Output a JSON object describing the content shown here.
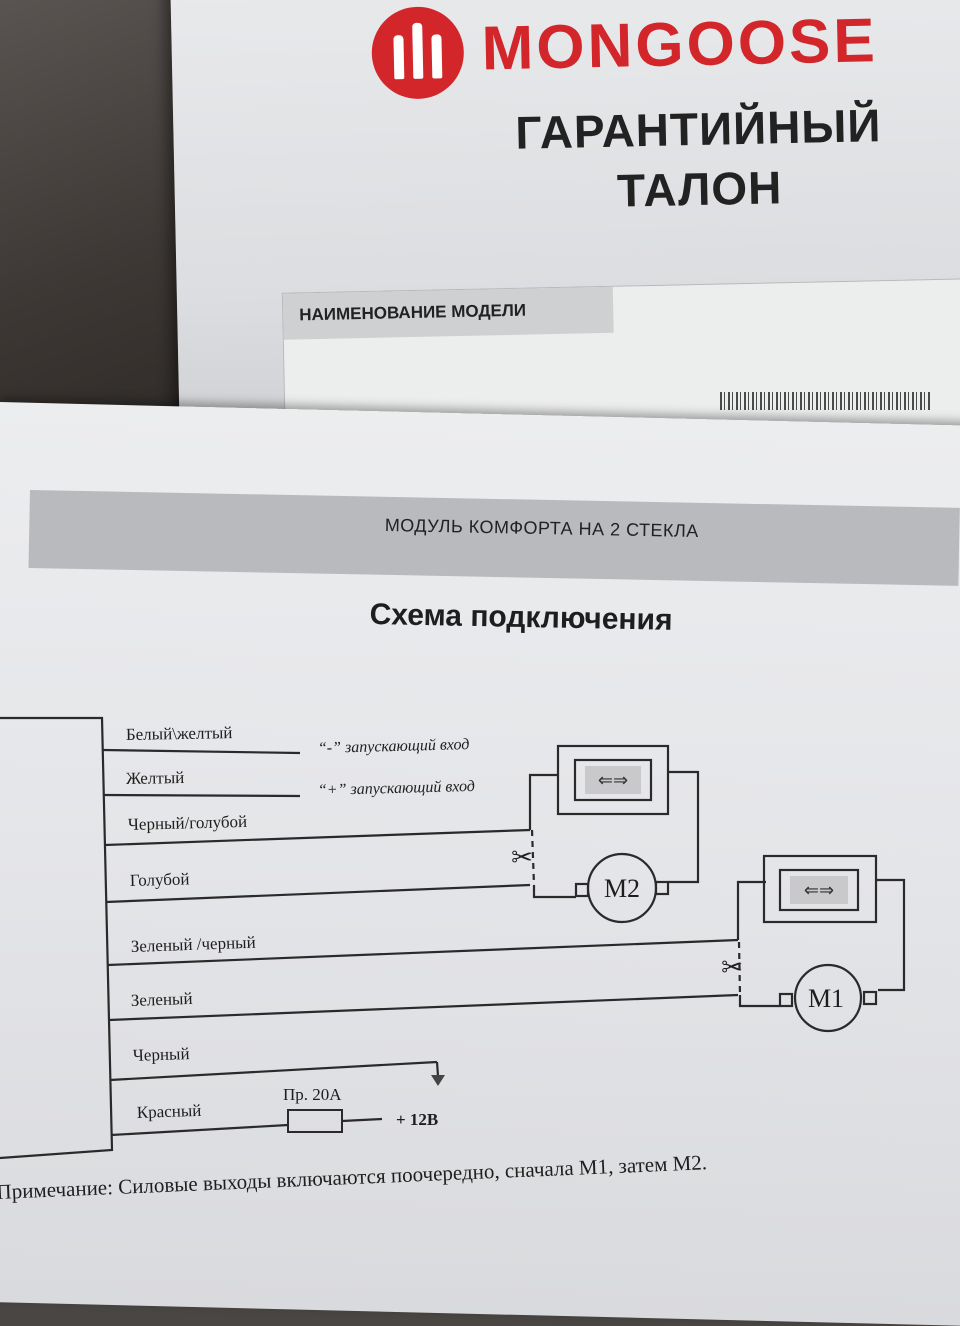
{
  "warranty_card": {
    "brand": "MONGOOSE",
    "title_line1": "ГАРАНТИЙНЫЙ",
    "title_line2": "ТАЛОН",
    "model_label": "НАИМЕНОВАНИЕ МОДЕЛИ"
  },
  "manual": {
    "section_title": "МОДУЛЬ КОМФОРТА НА 2 СТЕКЛА",
    "diagram_title": "Схема подключения",
    "wires": [
      {
        "label": "Белый\\желтый",
        "function": "“-” запускающий вход"
      },
      {
        "label": "Желтый",
        "function": "“+” запускающий вход"
      },
      {
        "label": "Черный/голубой"
      },
      {
        "label": "Голубой"
      },
      {
        "label": "Зеленый /черный"
      },
      {
        "label": "Зеленый"
      },
      {
        "label": "Черный"
      },
      {
        "label": "Красный",
        "fuse": "Пр. 20А",
        "supply": "+ 12В"
      }
    ],
    "motor_2": "M2",
    "motor_1": "M1",
    "switch_arrows": "⇐⇒",
    "note": "Примечание: Силовые выходы включаются поочередно, сначала M1, затем M2."
  },
  "colors": {
    "brand_red": "#d3262b",
    "header_gray": "#b9babd",
    "ink": "#1e1e1e"
  }
}
